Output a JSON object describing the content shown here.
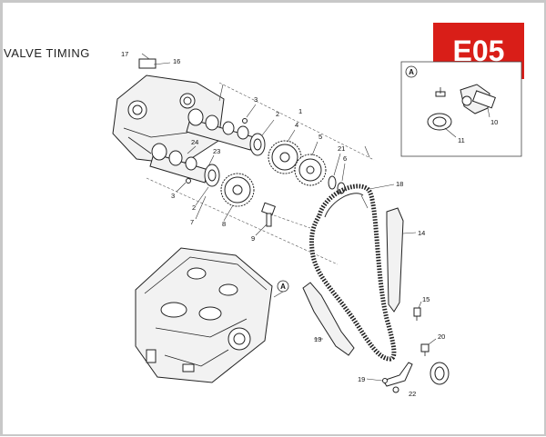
{
  "page": {
    "title": "VALVE TIMING",
    "section_code": "E05",
    "badge_color": "#d91e18",
    "text_color": "#222222"
  },
  "callouts": {
    "detail_marker": "A",
    "c1": "1",
    "c2": "2",
    "c3": "3",
    "c4": "4",
    "c5": "5",
    "c6": "6",
    "c7": "7",
    "c8": "8",
    "c9": "9",
    "c10": "10",
    "c11": "11",
    "c13": "13",
    "c14": "14",
    "c15": "15",
    "c16": "16",
    "c17": "17",
    "c18": "18",
    "c19": "19",
    "c20": "20",
    "c21": "21",
    "c23": "23",
    "c24": "24",
    "cut_off": "22"
  }
}
